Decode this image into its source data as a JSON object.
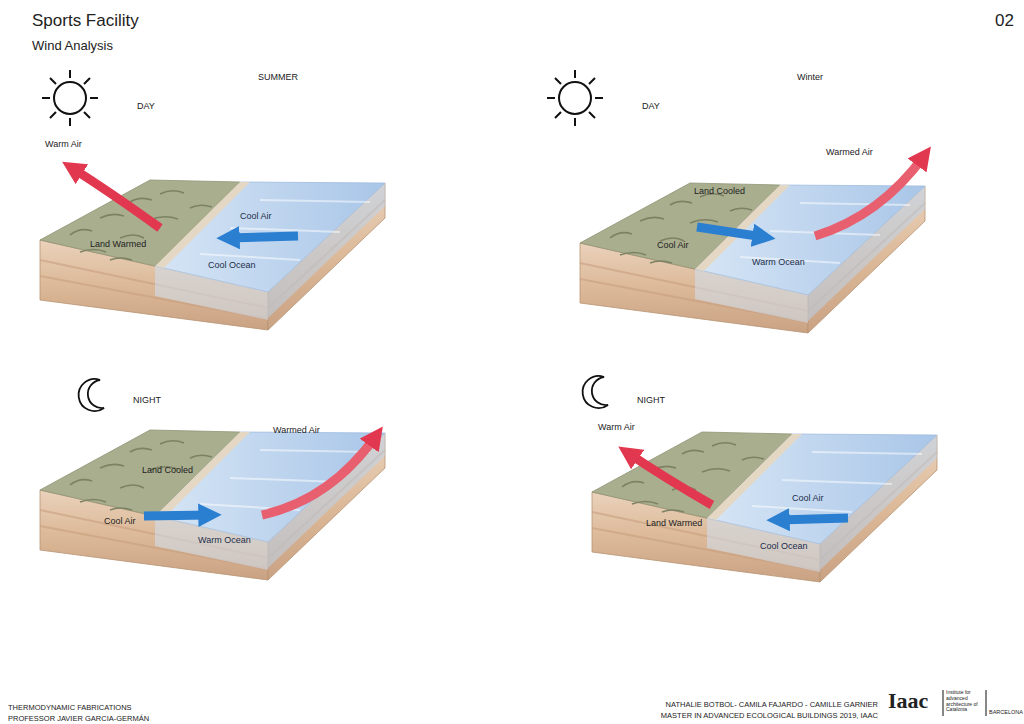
{
  "diagram": {
    "title": "Sports Facility",
    "labels": [
      "Wind Analysis",
      "02",
      "SUMMER",
      "DAY",
      "Warm Air",
      "Land Warmed",
      "Cool Air",
      "Cool Ocean",
      "Winter",
      "DAY",
      "Warmed Air",
      "Land Cooled",
      "Cool Air",
      "Warm Ocean",
      "NIGHT",
      "Warmed Air",
      "Land Cooled",
      "Cool Air",
      "Warm Ocean",
      "NIGHT",
      "Warm Air",
      "Cool Air",
      "Land Warmed",
      "Cool Ocean",
      "THERMODYNAMIC FABRICATIONS",
      "PROFESSOR JAVIER GARCIA-GERMÁN",
      "NATHALIE BOTBOL- CAMILA FAJARDO - CAMILLE GARNIER",
      "MASTER IN ADVANCED ECOLOGICAL BUILDINGS 2019, IAAC",
      "Iaac",
      "Institute for advanced architecture of Catalonia",
      "BARCELONA"
    ]
  }
}
